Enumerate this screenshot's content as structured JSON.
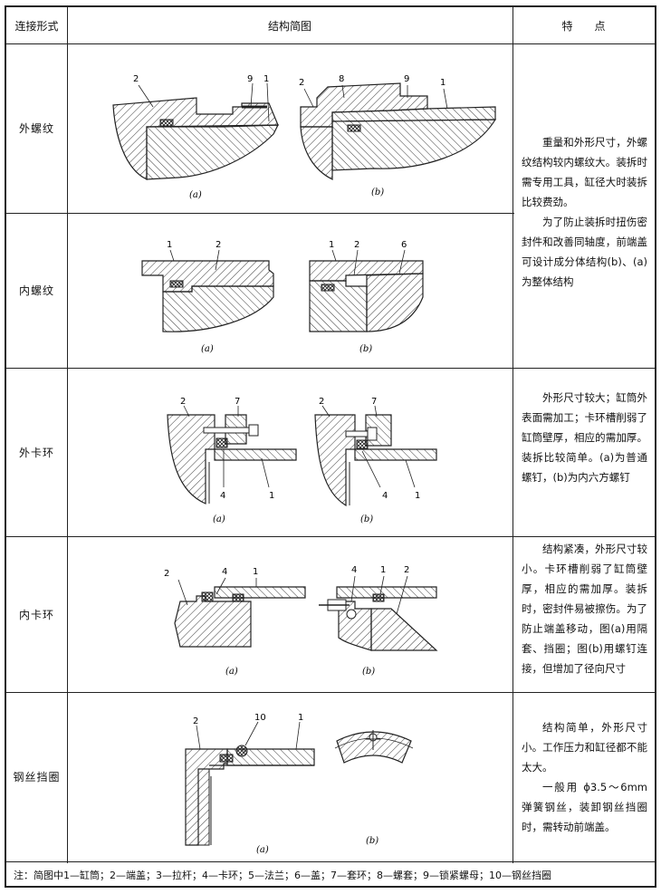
{
  "header": {
    "col1": "连接形式",
    "col2": "结构简图",
    "col3": "特　　点"
  },
  "rows": [
    {
      "type": "外螺纹",
      "fig_a": "(a)",
      "fig_b": "(b)",
      "labels_a": [
        "2",
        "9",
        "1"
      ],
      "labels_b": [
        "2",
        "8",
        "9",
        "1"
      ]
    },
    {
      "type": "内螺纹",
      "fig_a": "(a)",
      "fig_b": "(b)",
      "labels_a": [
        "1",
        "2"
      ],
      "labels_b": [
        "1",
        "2",
        "6"
      ]
    },
    {
      "type": "外卡环",
      "fig_a": "(a)",
      "fig_b": "(b)",
      "labels_a": [
        "2",
        "7",
        "4",
        "1"
      ],
      "labels_b": [
        "2",
        "7",
        "4",
        "1"
      ]
    },
    {
      "type": "内卡环",
      "fig_a": "(a)",
      "fig_b": "(b)",
      "labels_a": [
        "2",
        "4",
        "1"
      ],
      "labels_b": [
        "4",
        "1",
        "2"
      ]
    },
    {
      "type": "钢丝挡圈",
      "fig_a": "(a)",
      "fig_b": "(b)",
      "labels_a": [
        "2",
        "10",
        "1"
      ]
    }
  ],
  "features": {
    "threads_p1": "重量和外形尺寸，外螺纹结构较内螺纹大。装拆时需专用工具，缸径大时装拆比较费劲。",
    "threads_p2": "为了防止装拆时扭伤密封件和改善同轴度，前端盖可设计成分体结构(b)、(a)为整体结构",
    "outer_ring": "外形尺寸较大；缸筒外表面需加工；卡环槽削弱了缸筒壁厚，相应的需加厚。装拆比较简单。(a)为普通螺钉，(b)为内六方螺钉",
    "inner_ring": "结构紧凑，外形尺寸较小。卡环槽削弱了缸筒壁厚，相应的需加厚。装拆时，密封件易被擦伤。为了防止端盖移动，图(a)用隔套、挡圈；图(b)用螺钉连接，但增加了径向尺寸",
    "wire_p1": "结构简单，外形尺寸小。工作压力和缸径都不能太大。",
    "wire_p2": "一般用 ϕ3.5～6mm 弹簧钢丝，装卸钢丝挡圈时，需转动前端盖。"
  },
  "note": "注：简图中1—缸筒；2—端盖；3—拉杆；4—卡环；5—法兰；6—盖；7—套环；8—螺套；9—锁紧螺母；10—钢丝挡圈"
}
